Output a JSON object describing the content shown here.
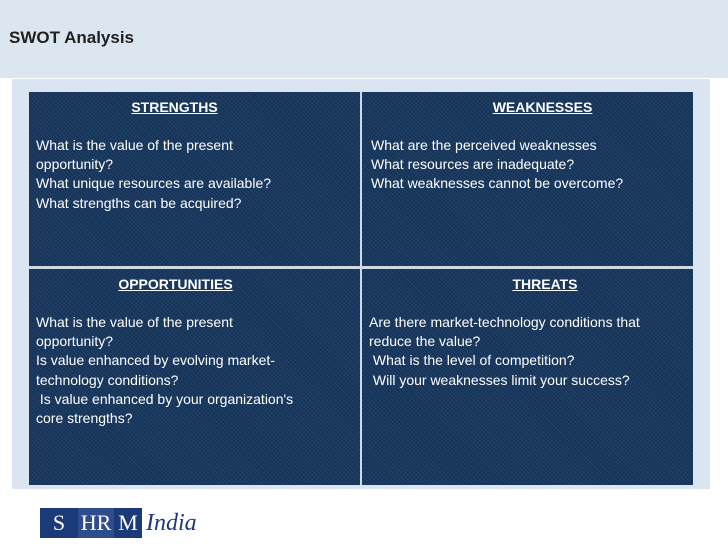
{
  "title": "SWOT Analysis",
  "quadrants": {
    "strengths": {
      "heading": "STRENGTHS",
      "body": "What is the value of the present\nopportunity?\nWhat unique resources are available?\nWhat strengths can be acquired?"
    },
    "weaknesses": {
      "heading": "WEAKNESSES",
      "body": "What are the perceived weaknesses\nWhat resources are inadequate?\nWhat weaknesses cannot be overcome?"
    },
    "opportunities": {
      "heading": "OPPORTUNITIES",
      "body": "What is the value of the present\nopportunity?\nIs value enhanced by evolving market-\ntechnology conditions?\n Is value enhanced by your organization's\ncore strengths?"
    },
    "threats": {
      "heading": "THREATS",
      "body": "Are there market-technology conditions that\nreduce the value?\n What is the level of competition?\n Will your weaknesses limit your success?"
    }
  },
  "logo": {
    "part1": "S",
    "part2": "HR",
    "part3": "M",
    "suffix": "India"
  },
  "colors": {
    "quadrant_fill": "#17375e",
    "title_band": "#dce6f0",
    "logo_blue": "#1b3a7a"
  }
}
